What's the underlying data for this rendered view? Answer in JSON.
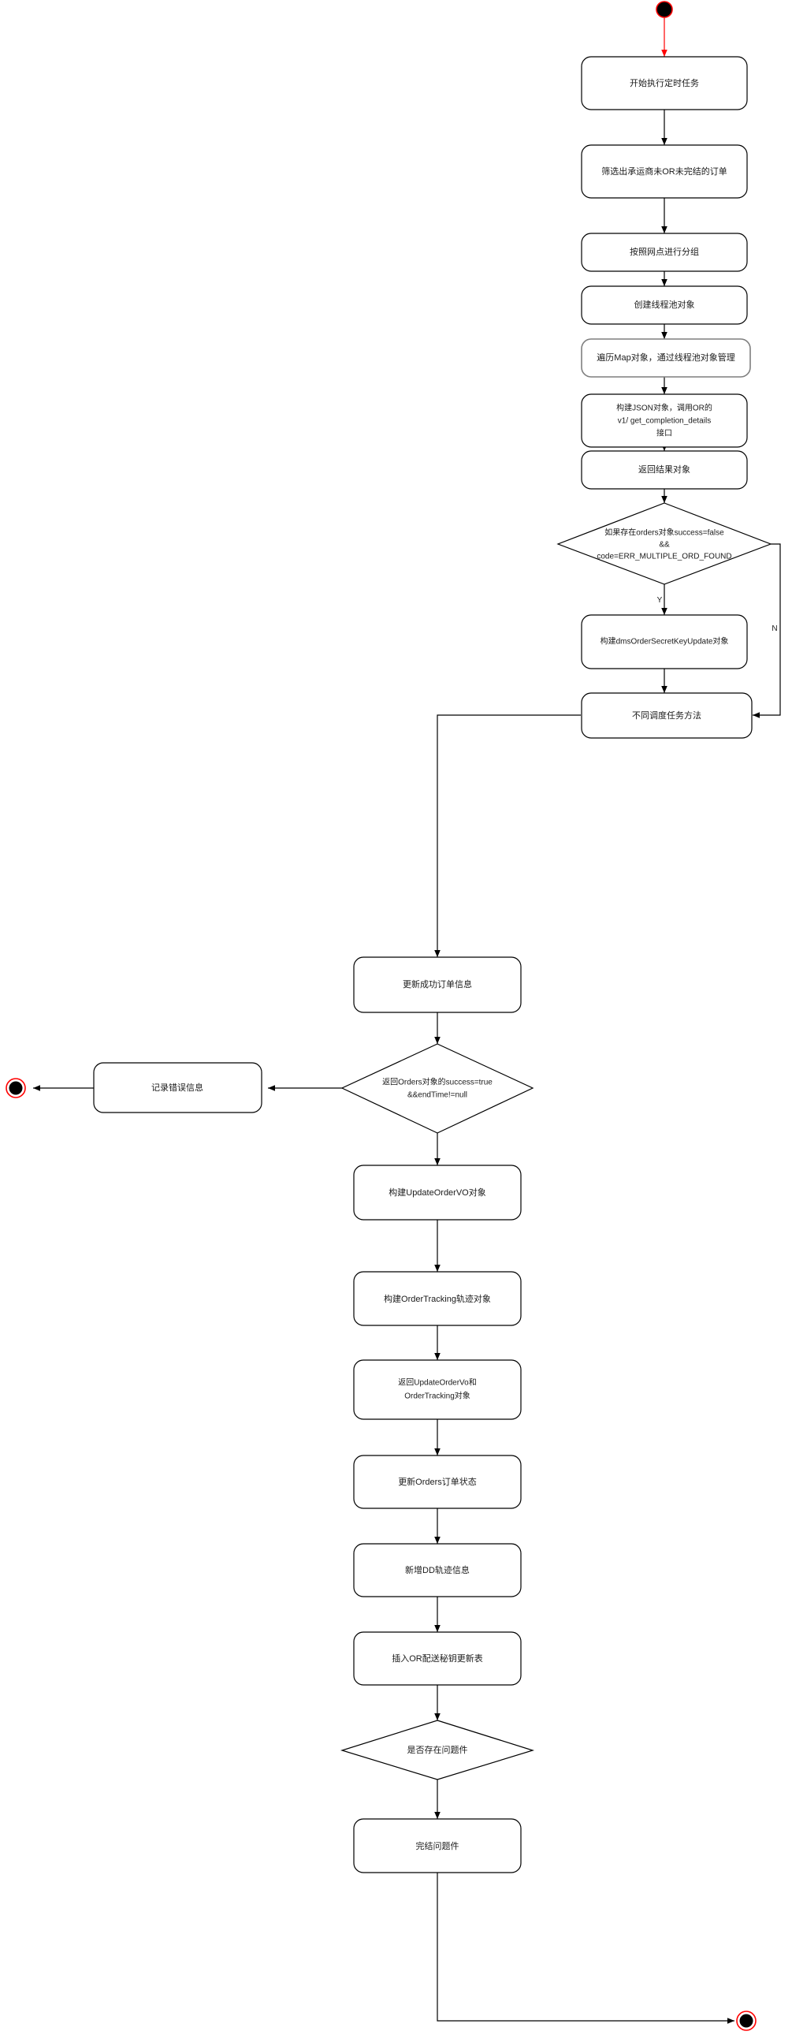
{
  "diagram": {
    "type": "flowchart",
    "title": "",
    "orientation": "top-to-bottom",
    "colors": {
      "node_stroke": "#000000",
      "node_stroke_muted": "#7f7f7f",
      "node_fill": "#ffffff",
      "edge": "#000000",
      "start_edge": "#ff0000",
      "terminal_ring": "#ff0000",
      "terminal_fill": "#000000",
      "text": "#1a1a1a",
      "background": "#ffffff"
    },
    "nodes": [
      {
        "id": "start",
        "kind": "start-node",
        "label": ""
      },
      {
        "id": "n1",
        "kind": "process",
        "label": "开始执行定时任务"
      },
      {
        "id": "n2",
        "kind": "process",
        "label": "筛选出承运商未OR未完结的订单"
      },
      {
        "id": "n3",
        "kind": "process",
        "label": "按照网点进行分组"
      },
      {
        "id": "n4",
        "kind": "process",
        "label": "创建线程池对象"
      },
      {
        "id": "n5",
        "kind": "process",
        "label": "遍历Map对象，通过线程池对象管理"
      },
      {
        "id": "n6",
        "kind": "process",
        "label_lines": [
          "构建JSON对象，调用OR的",
          "v1/ get_completion_details",
          "接口"
        ]
      },
      {
        "id": "n7",
        "kind": "process",
        "label": "返回结果对象"
      },
      {
        "id": "d1",
        "kind": "decision",
        "label_lines": [
          "如果存在orders对象success=false",
          "&&",
          "code=ERR_MULTIPLE_ORD_FOUND"
        ]
      },
      {
        "id": "n8",
        "kind": "process",
        "label": "构建dmsOrderSecretKeyUpdate对象"
      },
      {
        "id": "n9",
        "kind": "process",
        "label": "不同调度任务方法"
      },
      {
        "id": "n10",
        "kind": "process",
        "label": "更新成功订单信息"
      },
      {
        "id": "d2",
        "kind": "decision",
        "label_lines": [
          "返回Orders对象的success=true",
          "&&endTime!=null"
        ]
      },
      {
        "id": "n11",
        "kind": "process",
        "label": "记录错误信息"
      },
      {
        "id": "end1",
        "kind": "end-node",
        "label": ""
      },
      {
        "id": "n12",
        "kind": "process",
        "label": "构建UpdateOrderVO对象"
      },
      {
        "id": "n13",
        "kind": "process",
        "label": "构建OrderTracking轨迹对象"
      },
      {
        "id": "n14",
        "kind": "process",
        "label_lines": [
          "返回UpdateOrderVo和",
          "OrderTracking对象"
        ]
      },
      {
        "id": "n15",
        "kind": "process",
        "label": "更新Orders订单状态"
      },
      {
        "id": "n16",
        "kind": "process",
        "label": "新增DD轨迹信息"
      },
      {
        "id": "n17",
        "kind": "process",
        "label": "插入OR配送秘钥更新表"
      },
      {
        "id": "d3",
        "kind": "decision",
        "label": "是否存在问题件"
      },
      {
        "id": "n18",
        "kind": "process",
        "label": "完结问题件"
      },
      {
        "id": "end2",
        "kind": "end-node",
        "label": ""
      }
    ],
    "edges": [
      {
        "from": "start",
        "to": "n1",
        "label": "",
        "color": "start"
      },
      {
        "from": "n1",
        "to": "n2",
        "label": ""
      },
      {
        "from": "n2",
        "to": "n3",
        "label": ""
      },
      {
        "from": "n3",
        "to": "n4",
        "label": ""
      },
      {
        "from": "n4",
        "to": "n5",
        "label": ""
      },
      {
        "from": "n5",
        "to": "n6",
        "label": ""
      },
      {
        "from": "n6",
        "to": "n7",
        "label": ""
      },
      {
        "from": "n7",
        "to": "d1",
        "label": ""
      },
      {
        "from": "d1",
        "to": "n8",
        "label": "Y"
      },
      {
        "from": "d1",
        "to": "n9",
        "label": "N"
      },
      {
        "from": "n8",
        "to": "n9",
        "label": ""
      },
      {
        "from": "n9",
        "to": "n10",
        "label": ""
      },
      {
        "from": "n10",
        "to": "d2",
        "label": ""
      },
      {
        "from": "d2",
        "to": "n11",
        "label": ""
      },
      {
        "from": "n11",
        "to": "end1",
        "label": ""
      },
      {
        "from": "d2",
        "to": "n12",
        "label": ""
      },
      {
        "from": "n12",
        "to": "n13",
        "label": ""
      },
      {
        "from": "n13",
        "to": "n14",
        "label": ""
      },
      {
        "from": "n14",
        "to": "n15",
        "label": ""
      },
      {
        "from": "n15",
        "to": "n16",
        "label": ""
      },
      {
        "from": "n16",
        "to": "n17",
        "label": ""
      },
      {
        "from": "n17",
        "to": "d3",
        "label": ""
      },
      {
        "from": "d3",
        "to": "n18",
        "label": ""
      },
      {
        "from": "n18",
        "to": "end2",
        "label": ""
      }
    ],
    "edge_labels": {
      "d1_yes": "Y",
      "d1_no": "N"
    }
  }
}
